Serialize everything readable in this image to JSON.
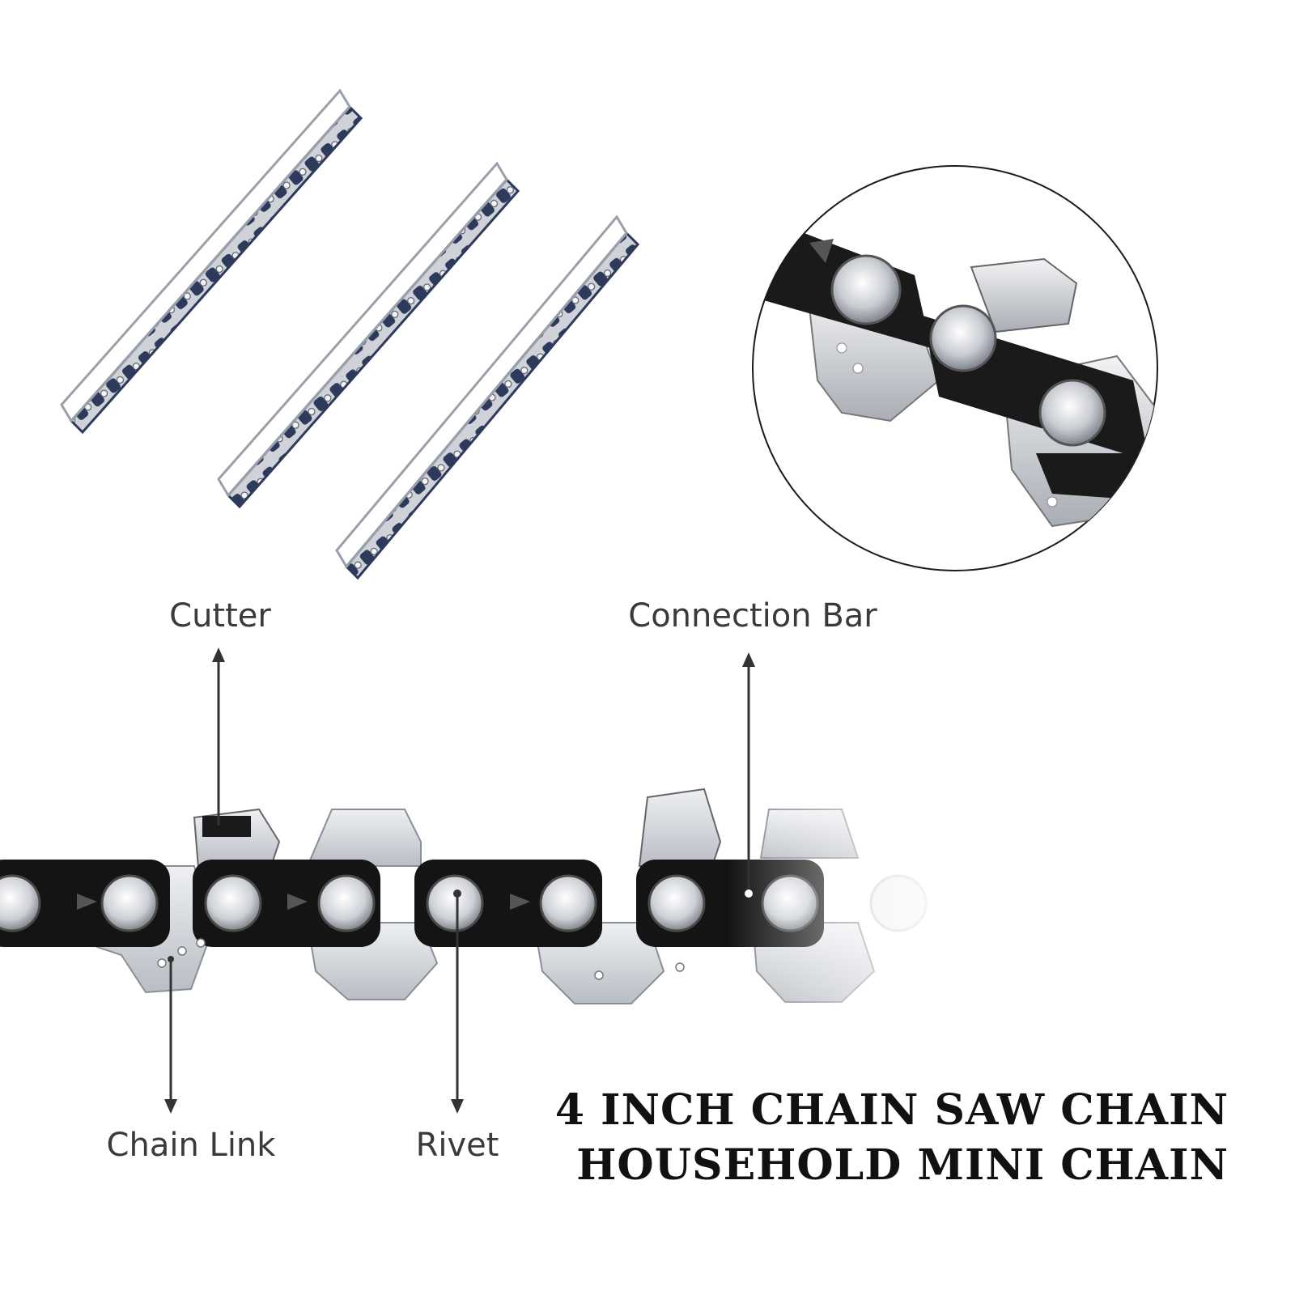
{
  "labels": {
    "cutter": "Cutter",
    "connection_bar": "Connection Bar",
    "chain_link": "Chain Link",
    "rivet": "Rivet"
  },
  "title": {
    "line1": "4 INCH CHAIN SAW CHAIN",
    "line2": "HOUSEHOLD MINI CHAIN"
  },
  "colors": {
    "chain_blue": "#2e3a5c",
    "steel": "#c9ccd2",
    "link_black": "#141414",
    "arrow": "#333333"
  }
}
